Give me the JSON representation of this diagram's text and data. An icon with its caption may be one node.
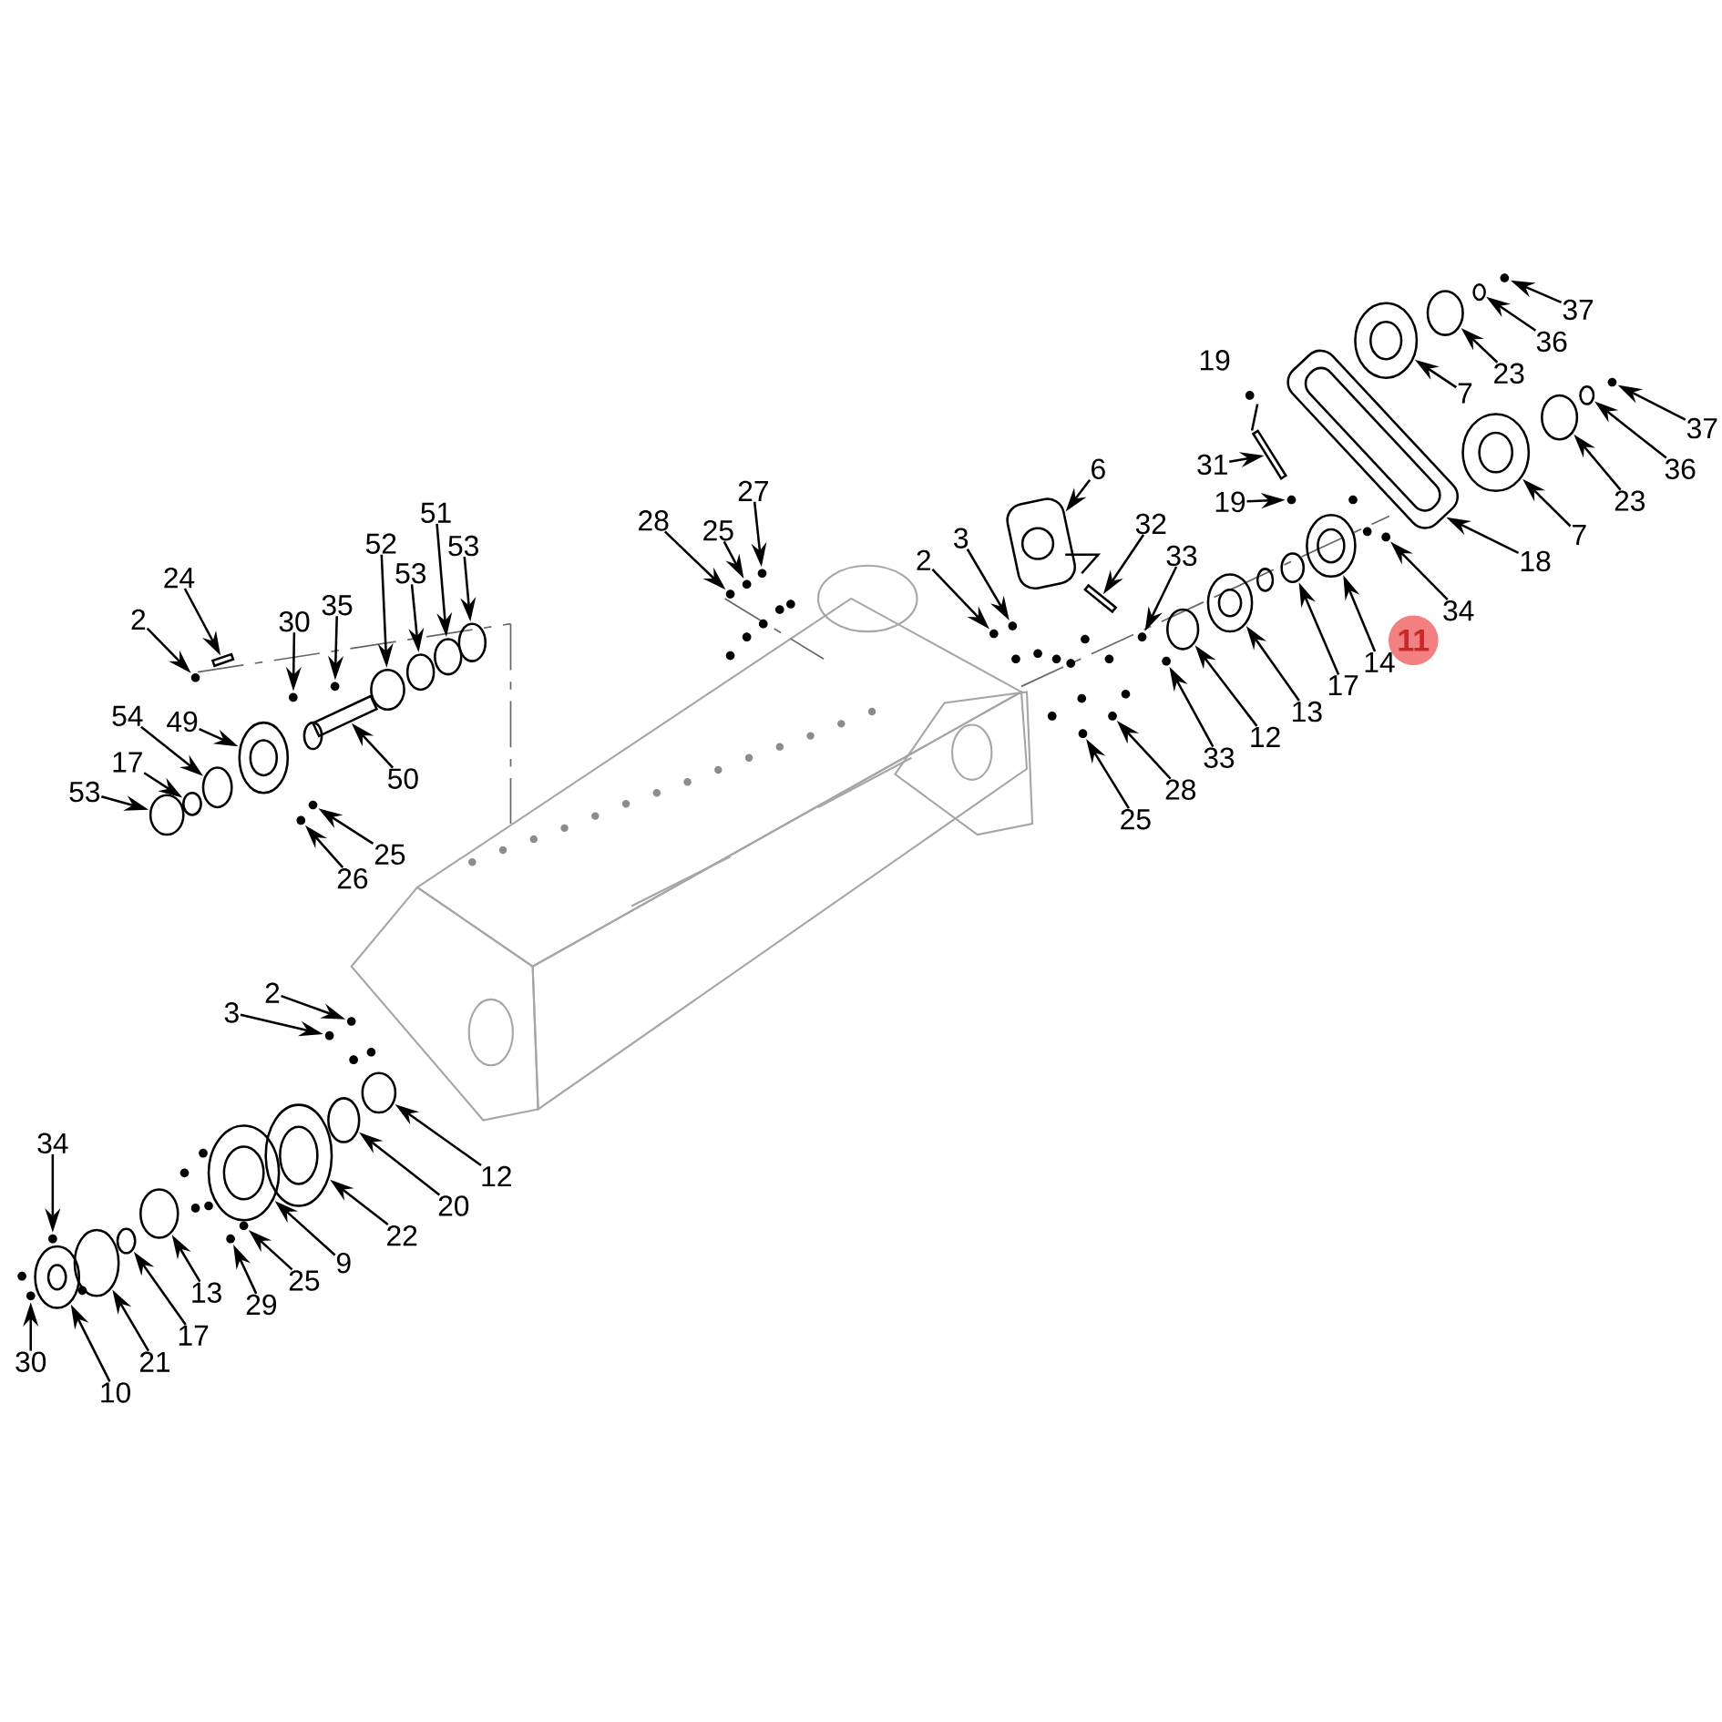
{
  "diagram": {
    "nodes": [
      {
        "text": [
          "37"
        ]
      },
      {
        "text": [
          "36"
        ]
      },
      {
        "text": [
          "23"
        ]
      },
      {
        "text": [
          "7"
        ]
      },
      {
        "text": [
          "37"
        ]
      },
      {
        "text": [
          "36"
        ]
      },
      {
        "text": [
          "23"
        ]
      },
      {
        "text": [
          "7"
        ]
      },
      {
        "text": [
          "31"
        ]
      },
      {
        "text": [
          "19"
        ]
      },
      {
        "text": [
          "18"
        ]
      },
      {
        "text": [
          "6"
        ]
      },
      {
        "text": [
          "32"
        ]
      },
      {
        "text": [
          "33"
        ]
      },
      {
        "text": [
          "34"
        ]
      },
      {
        "text": [
          "14"
        ]
      },
      {
        "text": [
          "17"
        ]
      },
      {
        "text": [
          "13"
        ]
      },
      {
        "text": [
          "12"
        ]
      },
      {
        "text": [
          "33"
        ]
      },
      {
        "text": [
          "28"
        ]
      },
      {
        "text": [
          "25"
        ]
      },
      {
        "text": [
          "3"
        ]
      },
      {
        "text": [
          "2"
        ]
      },
      {
        "text": [
          "27"
        ]
      },
      {
        "text": [
          "25"
        ]
      },
      {
        "text": [
          "28"
        ]
      },
      {
        "text": [
          "11"
        ]
      },
      {
        "text": [
          "24"
        ]
      },
      {
        "text": [
          "2"
        ]
      },
      {
        "text": [
          "30"
        ]
      },
      {
        "text": [
          "35"
        ]
      },
      {
        "text": [
          "52"
        ]
      },
      {
        "text": [
          "53"
        ]
      },
      {
        "text": [
          "51"
        ]
      },
      {
        "text": [
          "53"
        ]
      },
      {
        "text": [
          "54"
        ]
      },
      {
        "text": [
          "49"
        ]
      },
      {
        "text": [
          "17"
        ]
      },
      {
        "text": [
          "53"
        ]
      },
      {
        "text": [
          "50"
        ]
      },
      {
        "text": [
          "25"
        ]
      },
      {
        "text": [
          "26"
        ]
      },
      {
        "text": [
          "2"
        ]
      },
      {
        "text": [
          "3"
        ]
      },
      {
        "text": [
          "12"
        ]
      },
      {
        "text": [
          "20"
        ]
      },
      {
        "text": [
          "22"
        ]
      },
      {
        "text": [
          "9"
        ]
      },
      {
        "text": [
          "25"
        ]
      },
      {
        "text": [
          "29"
        ]
      },
      {
        "text": [
          "13"
        ]
      },
      {
        "text": [
          "17"
        ]
      },
      {
        "text": [
          "21"
        ]
      },
      {
        "text": [
          "10"
        ]
      },
      {
        "text": [
          "30"
        ]
      },
      {
        "text": [
          "34"
        ]
      },
      {
        "text": [],
        "shape": "dot"
      },
      {
        "text": [],
        "shape": "dot"
      },
      {
        "text": [],
        "shape": "circle"
      },
      {
        "text": [],
        "shape": "circle"
      },
      {
        "text": [],
        "shape": "circle"
      },
      {
        "text": [],
        "shape": "circle"
      },
      {
        "text": [],
        "shape": "circle"
      },
      {
        "text": [],
        "shape": "circle"
      },
      {
        "text": [],
        "shape": "dot"
      },
      {
        "text": [],
        "shape": "circle"
      },
      {
        "text": [],
        "shape": "bar"
      },
      {
        "text": [],
        "shape": "dot"
      },
      {
        "text": [],
        "shape": "circle"
      },
      {
        "text": [],
        "shape": "dot"
      },
      {
        "text": [],
        "shape": "circle"
      },
      {
        "text": [],
        "shape": "dot"
      },
      {
        "text": [],
        "shape": "circle"
      },
      {
        "text": [],
        "shape": "dot"
      },
      {
        "text": [],
        "shape": "dot"
      },
      {
        "text": [],
        "shape": "dot"
      },
      {
        "text": [],
        "shape": "dot"
      },
      {
        "text": [],
        "shape": "circle"
      },
      {
        "text": [],
        "shape": "bar"
      },
      {
        "text": [],
        "shape": "dot"
      },
      {
        "text": [],
        "shape": "circle"
      },
      {
        "text": [],
        "shape": "circle"
      },
      {
        "text": [],
        "shape": "circle"
      },
      {
        "text": [],
        "shape": "circle"
      },
      {
        "text": [],
        "shape": "circle"
      },
      {
        "text": [],
        "shape": "dot"
      },
      {
        "text": [],
        "shape": "dot"
      },
      {
        "text": [],
        "shape": "dot"
      },
      {
        "text": [],
        "shape": "dot"
      },
      {
        "text": [],
        "shape": "dot"
      },
      {
        "text": [],
        "shape": "box"
      },
      {
        "text": [],
        "shape": "dot"
      },
      {
        "text": [],
        "shape": "bar"
      },
      {
        "text": [],
        "shape": "dot"
      },
      {
        "text": [],
        "shape": "dot"
      },
      {
        "text": [],
        "shape": "dot"
      },
      {
        "text": [],
        "shape": "circle"
      },
      {
        "text": [],
        "shape": "circle"
      },
      {
        "text": [],
        "shape": "bar"
      },
      {
        "text": [],
        "shape": "dot"
      },
      {
        "text": [],
        "shape": "circle"
      },
      {
        "text": [],
        "shape": "circle"
      },
      {
        "text": [],
        "shape": "box"
      },
      {
        "text": [],
        "shape": "circle"
      },
      {
        "text": [],
        "shape": "dot"
      },
      {
        "text": [],
        "shape": "circle"
      },
      {
        "text": [],
        "shape": "circle"
      },
      {
        "text": [],
        "shape": "circle"
      },
      {
        "text": [],
        "shape": "dot"
      },
      {
        "text": [],
        "shape": "circle"
      },
      {
        "text": [],
        "shape": "circle"
      },
      {
        "text": [],
        "shape": "dot"
      }
    ],
    "edges": [
      {
        "from": 0,
        "to": 109,
        "arrow": "to"
      },
      {
        "from": 1,
        "to": 107,
        "arrow": "to"
      },
      {
        "from": 2,
        "to": 106,
        "arrow": "to"
      },
      {
        "from": 3,
        "to": 104,
        "arrow": "to"
      },
      {
        "from": 4,
        "to": 112,
        "arrow": "to"
      },
      {
        "from": 5,
        "to": 111,
        "arrow": "to"
      },
      {
        "from": 6,
        "to": 110,
        "arrow": "to"
      },
      {
        "from": 7,
        "to": 108,
        "arrow": "to"
      },
      {
        "from": 8,
        "to": 99,
        "arrow": "to"
      },
      {
        "from": 9,
        "to": 100,
        "arrow": "to"
      },
      {
        "from": 10,
        "to": 103,
        "arrow": "to"
      },
      {
        "from": 11,
        "to": 91,
        "arrow": "to"
      },
      {
        "from": 12,
        "to": 93,
        "arrow": "to"
      },
      {
        "from": 13,
        "to": 95,
        "arrow": "to"
      },
      {
        "from": 14,
        "to": 105,
        "arrow": "to"
      },
      {
        "from": 15,
        "to": 102,
        "arrow": "to"
      },
      {
        "from": 16,
        "to": 101,
        "arrow": "to"
      },
      {
        "from": 17,
        "to": 98,
        "arrow": "to"
      },
      {
        "from": 18,
        "to": 97,
        "arrow": "to"
      },
      {
        "from": 19,
        "to": 96,
        "arrow": "to"
      },
      {
        "from": 20,
        "to": 94,
        "arrow": "to"
      },
      {
        "from": 21,
        "to": 92,
        "arrow": "to"
      },
      {
        "from": 22,
        "to": 90,
        "arrow": "to"
      },
      {
        "from": 23,
        "to": 89,
        "arrow": "to"
      },
      {
        "from": 24,
        "to": 88,
        "arrow": "to"
      },
      {
        "from": 25,
        "to": 87,
        "arrow": "to"
      },
      {
        "from": 26,
        "to": 86,
        "arrow": "to"
      },
      {
        "from": 28,
        "to": 67,
        "arrow": "to"
      },
      {
        "from": 29,
        "to": 65,
        "arrow": "to"
      },
      {
        "from": 30,
        "to": 72,
        "arrow": "to"
      },
      {
        "from": 31,
        "to": 77,
        "arrow": "to"
      },
      {
        "from": 32,
        "to": 82,
        "arrow": "to"
      },
      {
        "from": 33,
        "to": 83,
        "arrow": "to"
      },
      {
        "from": 34,
        "to": 84,
        "arrow": "to"
      },
      {
        "from": 35,
        "to": 85,
        "arrow": "to"
      },
      {
        "from": 36,
        "to": 66,
        "arrow": "to"
      },
      {
        "from": 37,
        "to": 71,
        "arrow": "to"
      },
      {
        "from": 38,
        "to": 64,
        "arrow": "to"
      },
      {
        "from": 39,
        "to": 63,
        "arrow": "to"
      },
      {
        "from": 40,
        "to": 79,
        "arrow": "to"
      },
      {
        "from": 41,
        "to": 75,
        "arrow": "to"
      },
      {
        "from": 42,
        "to": 74,
        "arrow": "to"
      },
      {
        "from": 43,
        "to": 80,
        "arrow": "to"
      },
      {
        "from": 44,
        "to": 76,
        "arrow": "to"
      },
      {
        "from": 45,
        "to": 81,
        "arrow": "to"
      },
      {
        "from": 46,
        "to": 78,
        "arrow": "to"
      },
      {
        "from": 47,
        "to": 73,
        "arrow": "to"
      },
      {
        "from": 48,
        "to": 69,
        "arrow": "to"
      },
      {
        "from": 49,
        "to": 70,
        "arrow": "to"
      },
      {
        "from": 50,
        "to": 68,
        "arrow": "to"
      },
      {
        "from": 51,
        "to": 62,
        "arrow": "to"
      },
      {
        "from": 52,
        "to": 61,
        "arrow": "to"
      },
      {
        "from": 53,
        "to": 60,
        "arrow": "to"
      },
      {
        "from": 54,
        "to": 59,
        "arrow": "to"
      },
      {
        "from": 55,
        "to": 57,
        "arrow": "to"
      },
      {
        "from": 56,
        "to": 58,
        "arrow": "to"
      }
    ],
    "labels": [
      "19"
    ]
  }
}
